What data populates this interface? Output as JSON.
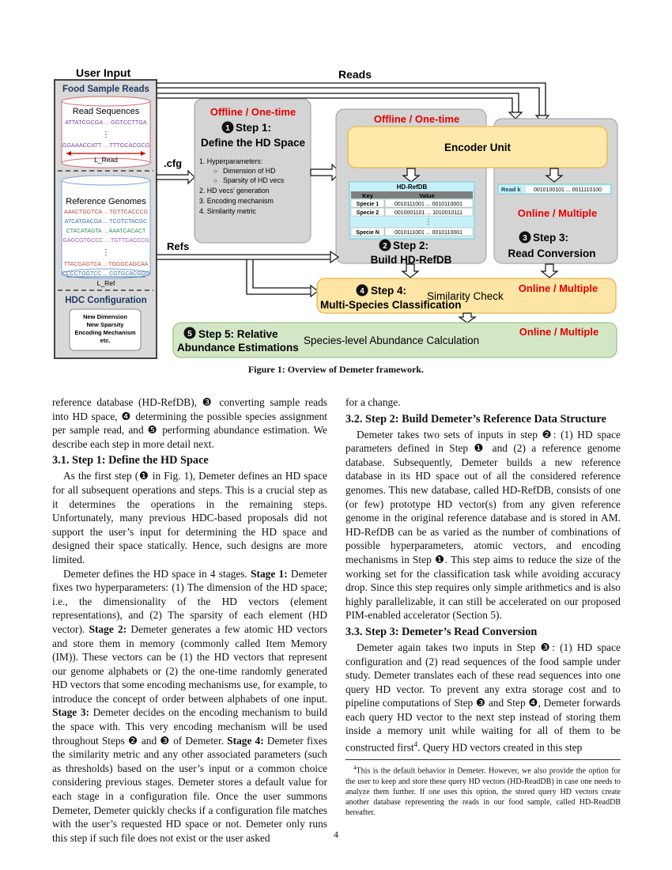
{
  "figure": {
    "user_input": "User Input",
    "reads_label": "Reads",
    "food_sample_reads": "Food Sample Reads",
    "read_sequences": "Read Sequences",
    "read_rows": [
      "ATTATCGCGA ... GGTCCTTGA",
      "GGAAACCATT ... TTTGCACGCG"
    ],
    "l_read": "L_Read",
    "reference_genomes": "Reference Genomes",
    "ref_rows": [
      "AAACTGGTCA ... TGTTCACCCG",
      "ATCATGACGA ... TCGTCTACGC",
      "CTACATAGTA ... AAATCACACT",
      "GAGCGTGCCC ... TGTTCACCCG",
      "TTACGAGTCA ... TGGGCAGCAA",
      "CCCCTGGTCC ... CGTGCACGGG"
    ],
    "l_ref": "L_Ref",
    "hdc_configuration": "HDC Configuration",
    "hdc_items": [
      "New Dimension",
      "New Sparsity",
      "Encoding Mechanism",
      "etc."
    ],
    "cfg_label": ".cfg",
    "refs_label": "Refs",
    "step1": {
      "mode": "Offline / One-time",
      "number": "1",
      "title_a": "Step 1:",
      "title_b": "Define the HD Space",
      "list": [
        "1. Hyperparameters:",
        "Dimension of HD",
        "Sparsity of HD vecs",
        "2. HD vecs’ generation",
        "3. Encoding mechanism",
        "4. Similarity metric"
      ]
    },
    "step2": {
      "mode": "Offline / One-time",
      "number": "2",
      "title_a": "Step 2:",
      "title_b": "Build HD-RefDB",
      "db_title": "HD-RefDB",
      "col_key": "Key",
      "col_value": "Value",
      "rows": [
        {
          "key": "Specie 1",
          "value": "0010111001 ... 0010110001"
        },
        {
          "key": "Specie 2",
          "value": "0010001101 ... 1010010111"
        },
        {
          "key": "Specie N",
          "value": "0010111001 ... 0010110001"
        }
      ]
    },
    "encoder_unit": "Encoder Unit",
    "step3": {
      "read_key": "Read k",
      "read_value": "0010100101 ... 0011110100",
      "mode": "Online / Multiple",
      "number": "3",
      "title_a": "Step 3:",
      "title_b": "Read Conversion"
    },
    "step4": {
      "number": "4",
      "title_a": "Step 4:",
      "title_b": "Multi-Species Classification",
      "desc": "Similarity Check",
      "mode": "Online / Multiple"
    },
    "step5": {
      "number": "5",
      "title_a": "Step 5: Relative",
      "title_b": "Abundance Estimations",
      "desc": "Species-level Abundance Calculation",
      "mode": "Online / Multiple"
    },
    "colors": {
      "gray_box": "#d4d4d4",
      "encoder_yellow": "#fde9a9",
      "step4_yellow": "#fde5a5",
      "step5_green": "#d3e7c6",
      "db_cyan": "#c6f1f8",
      "red": "#e60000",
      "navy": "#1f3864"
    }
  },
  "caption": "Figure 1: Overview of Demeter framework.",
  "left_column": {
    "intro": "reference database (HD-RefDB), ❸ converting sample reads into HD space, ❹ determining the possible species assignment per sample read, and ❺ performing abundance estimation. We describe each step in more detail next.",
    "s31_num": "3.1.",
    "s31_title": "Step 1: Define the HD Space",
    "s31_p1": "As the first step (❶ in Fig. 1), Demeter defines an HD space for all subsequent operations and steps. This is a crucial step as it determines the operations in the remaining steps. Unfortunately, many previous HDC-based proposals did not support the user’s input for determining the HD space and designed their space statically. Hence, such designs are more limited.",
    "s31_p2_a": "Demeter defines the HD space in 4 stages. ",
    "stage1_label": "Stage 1:",
    "s31_p2_b": " Demeter fixes two hyperparameters: (1) The dimension of the HD space; i.e., the dimensionality of the HD vectors (element representations), and (2) The sparsity of each element (HD vector). ",
    "stage2_label": "Stage 2:",
    "s31_p2_c": " Demeter generates a few atomic HD vectors and store them in memory (commonly called Item Memory (IM)). These vectors can be (1) the HD vectors that represent our genome alphabets or (2) the one-time randomly generated HD vectors that some encoding mechanisms use, for example, to introduce the concept of order between alphabets of one input. ",
    "stage3_label": "Stage 3:",
    "s31_p2_d": " Demeter decides on the encoding mechanism to build the space with. This very encoding mechanism will be used throughout Steps ❷ and ❸ of Demeter. ",
    "stage4_label": "Stage 4:",
    "s31_p2_e": " Demeter fixes the similarity metric and any other associated parameters (such as thresholds) based on the user’s input or a common choice considering previous stages. Demeter stores a default value for each stage in a configuration file. Once the user summons Demeter, Demeter quickly checks if a configuration file matches with the user’s requested HD space or not. Demeter only runs this step if such file does not exist or the user asked"
  },
  "right_column": {
    "cont": "for a change.",
    "s32_num": "3.2.",
    "s32_title": "Step 2: Build Demeter’s Reference Data Structure",
    "s32_p1": "Demeter takes two sets of inputs in step ❷: (1) HD space parameters defined in Step ❶ and (2) a reference genome database. Subsequently, Demeter builds a new reference database in its HD space out of all the considered reference genomes. This new database, called HD-RefDB, consists of one (or few) prototype HD vector(s) from any given reference genome in the original reference database and is stored in AM. HD-RefDB can be as varied as the number of combinations of possible hyperparameters, atomic vectors, and encoding mechanisms in Step ❶. This step aims to reduce the size of the working set for the classification task while avoiding accuracy drop. Since this step requires only simple arithmetics and is also highly parallelizable, it can still be accelerated on our proposed PIM-enabled accelerator (Section 5).",
    "s33_num": "3.3.",
    "s33_title": "Step 3: Demeter’s Read Conversion",
    "s33_p1_a": "Demeter again takes two inputs in Step ❸: (1) HD space configuration and (2) read sequences of the food sample under study. Demeter translates each of these read sequences into one query HD vector. To prevent any extra storage cost and to pipeline computations of Step ❸ and Step ❹, Demeter forwards each query HD vector to the next step instead of storing them inside a memory unit while waiting for all of them to be constructed first",
    "s33_fn_mark": "4",
    "s33_p1_b": ". Query HD vectors created in this step",
    "footnote_mark": "4",
    "footnote": "This is the default behavior in Demeter. However, we also provide the option for the user to keep and store these query HD vectors (HD-ReadDB) in case one needs to analyze them further. If one uses this option, the stored query HD vectors create another database representing the reads in our food sample, called HD-ReadDB hereafter."
  },
  "page_number": "4"
}
